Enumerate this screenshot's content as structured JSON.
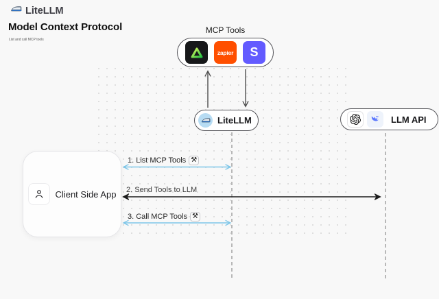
{
  "brand": {
    "name": "LiteLLM"
  },
  "header": {
    "title": "Model Context Protocol",
    "subtitle": "List and call MCP tools"
  },
  "mcp": {
    "label": "MCP Tools",
    "tools": [
      {
        "id": "green-triangle-logo"
      },
      {
        "id": "zapier",
        "label": "zapier"
      },
      {
        "id": "stripe",
        "label": "S"
      }
    ]
  },
  "nodes": {
    "litellm": {
      "label": "LiteLLM"
    },
    "llm_api": {
      "label": "LLM API"
    },
    "client": {
      "label": "Client Side App"
    }
  },
  "sequence": {
    "step1": {
      "label": "1. List MCP Tools",
      "badge": "⚒"
    },
    "step2": {
      "label": "2. Send Tools to LLM"
    },
    "step3": {
      "label": "3. Call MCP Tools",
      "badge": "⚒"
    }
  },
  "colors": {
    "background": "#f8f8f8",
    "arrow_blue": "#7cc5e8",
    "arrow_dark": "#1c1c1c",
    "arrow_gray": "#4d4d4d",
    "lifeline_gray": "#a9a9a9",
    "zapier_orange": "#ff4f00",
    "stripe_indigo": "#635bff",
    "triangle_green": "#2ec84e",
    "litellm_circle_blue": "#b7dcf3"
  }
}
